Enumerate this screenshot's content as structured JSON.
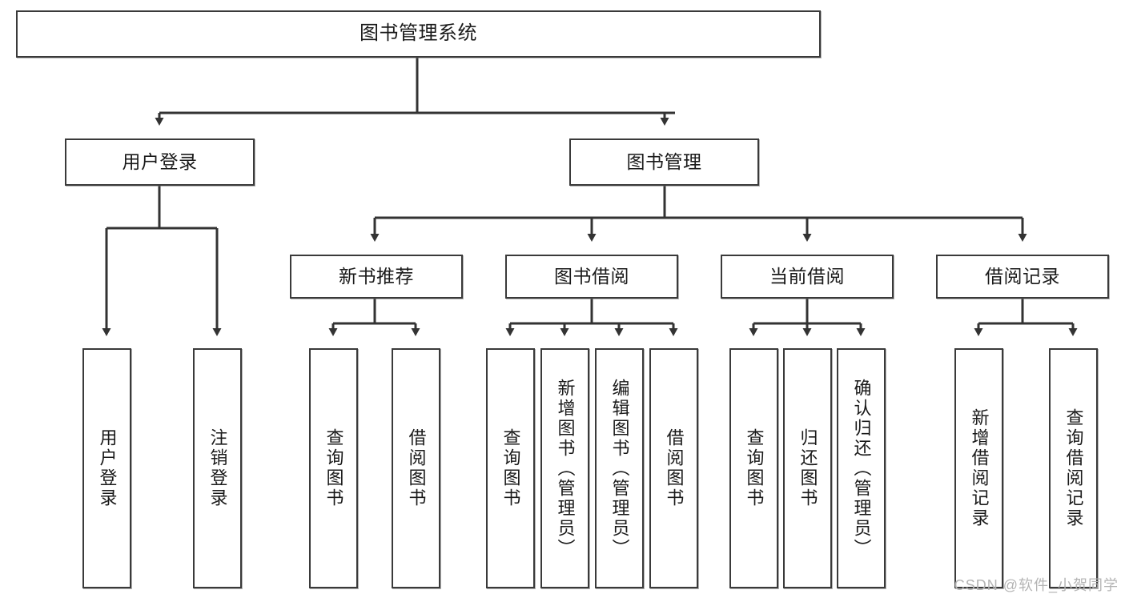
{
  "diagram": {
    "title_node": {
      "label": "图书管理系统"
    },
    "level1": [
      {
        "id": "user-login",
        "label": "用户登录"
      },
      {
        "id": "book-management",
        "label": "图书管理"
      }
    ],
    "level2": [
      {
        "id": "new-book-recommend",
        "label": "新书推荐"
      },
      {
        "id": "book-borrow",
        "label": "图书借阅"
      },
      {
        "id": "current-borrow",
        "label": "当前借阅"
      },
      {
        "id": "borrow-record",
        "label": "借阅记录"
      }
    ],
    "leaves": [
      {
        "id": "leaf-user-login",
        "label": "用户登录",
        "parent": "user-login"
      },
      {
        "id": "leaf-logout-login",
        "label": "注销登录",
        "parent": "user-login"
      },
      {
        "id": "leaf-query-book-1",
        "label": "查询图书",
        "parent": "new-book-recommend"
      },
      {
        "id": "leaf-borrow-book-1",
        "label": "借阅图书",
        "parent": "new-book-recommend"
      },
      {
        "id": "leaf-query-book-2",
        "label": "查询图书",
        "parent": "book-borrow"
      },
      {
        "id": "leaf-add-book",
        "label": "新增图书（管理员）",
        "parent": "book-borrow"
      },
      {
        "id": "leaf-edit-book",
        "label": "编辑图书（管理员）",
        "parent": "book-borrow"
      },
      {
        "id": "leaf-borrow-book-2",
        "label": "借阅图书",
        "parent": "book-borrow"
      },
      {
        "id": "leaf-query-book-3",
        "label": "查询图书",
        "parent": "current-borrow"
      },
      {
        "id": "leaf-return-book",
        "label": "归还图书",
        "parent": "current-borrow"
      },
      {
        "id": "leaf-confirm-return",
        "label": "确认归还（管理员）",
        "parent": "current-borrow"
      },
      {
        "id": "leaf-add-record",
        "label": "新增借阅记录",
        "parent": "borrow-record"
      },
      {
        "id": "leaf-query-record",
        "label": "查询借阅记录",
        "parent": "borrow-record"
      }
    ],
    "colors": {
      "box_border": "#3a3a3a",
      "box_fill": "#ffffff",
      "connector": "#333333",
      "text": "#1a1a1a",
      "watermark": "#b4b4b4"
    }
  },
  "watermark": {
    "text": "CSDN @软件_小贺同学"
  }
}
